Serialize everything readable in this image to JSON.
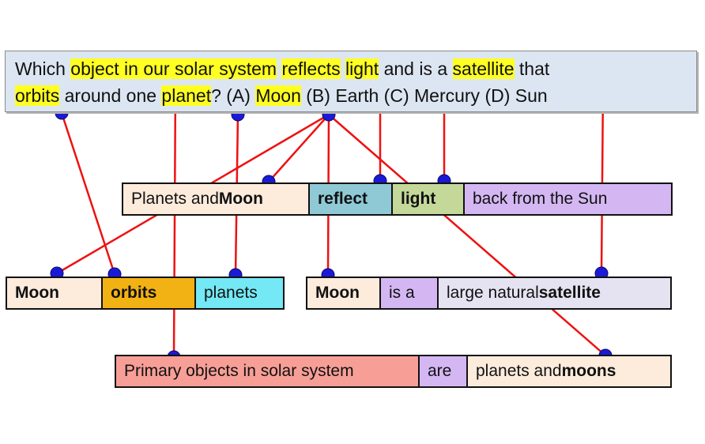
{
  "question": {
    "line1": [
      {
        "text": "Which ",
        "hl": false
      },
      {
        "text": "object in our solar system",
        "hl": true
      },
      {
        "text": " ",
        "hl": false
      },
      {
        "text": "reflects",
        "hl": true
      },
      {
        "text": " ",
        "hl": false
      },
      {
        "text": "light",
        "hl": true
      },
      {
        "text": " and is a ",
        "hl": false
      },
      {
        "text": "satellite",
        "hl": true
      },
      {
        "text": " that",
        "hl": false
      }
    ],
    "line2": [
      {
        "text": "orbits",
        "hl": true
      },
      {
        "text": " around one ",
        "hl": false
      },
      {
        "text": "planet",
        "hl": true
      },
      {
        "text": "? (A) ",
        "hl": false
      },
      {
        "text": "Moon",
        "hl": true
      },
      {
        "text": " (B) Earth (C) Mercury (D)  Sun",
        "hl": false
      }
    ]
  },
  "facts": [
    {
      "id": "fact1",
      "cells": [
        {
          "parts": [
            {
              "text": "Planets and ",
              "bold": false
            },
            {
              "text": "Moon",
              "bold": true
            }
          ],
          "color": "#fdebdc"
        },
        {
          "parts": [
            {
              "text": "reflect",
              "bold": true
            }
          ],
          "color": "#8fc9d6"
        },
        {
          "parts": [
            {
              "text": "light",
              "bold": true
            }
          ],
          "color": "#c4d89a"
        },
        {
          "parts": [
            {
              "text": "back from the Sun",
              "bold": false
            }
          ],
          "color": "#d4b7f2"
        }
      ]
    },
    {
      "id": "fact2",
      "cells": [
        {
          "parts": [
            {
              "text": "Moon",
              "bold": true
            }
          ],
          "color": "#fdebdc"
        },
        {
          "parts": [
            {
              "text": "orbits",
              "bold": true
            }
          ],
          "color": "#f3b214"
        },
        {
          "parts": [
            {
              "text": "planets",
              "bold": false
            }
          ],
          "color": "#74e8f4"
        }
      ]
    },
    {
      "id": "fact3",
      "cells": [
        {
          "parts": [
            {
              "text": "Moon",
              "bold": true
            }
          ],
          "color": "#fdebdc"
        },
        {
          "parts": [
            {
              "text": "is a",
              "bold": false
            }
          ],
          "color": "#d4b7f2"
        },
        {
          "parts": [
            {
              "text": "large natural ",
              "bold": false
            },
            {
              "text": "satellite",
              "bold": true
            }
          ],
          "color": "#e5e3f2"
        }
      ]
    },
    {
      "id": "fact4",
      "cells": [
        {
          "parts": [
            {
              "text": "Primary objects in solar system",
              "bold": false
            }
          ],
          "color": "#f79f97"
        },
        {
          "parts": [
            {
              "text": "are",
              "bold": false
            }
          ],
          "color": "#d4b7f2"
        },
        {
          "parts": [
            {
              "text": "planets and ",
              "bold": false
            },
            {
              "text": "moons",
              "bold": true
            }
          ],
          "color": "#fdebdc"
        }
      ]
    }
  ],
  "link_color": "#ee1111",
  "node_color": "#1a1ad6"
}
